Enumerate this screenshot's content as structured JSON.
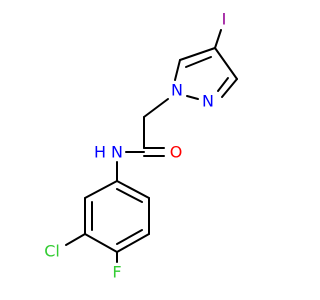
{
  "molecule": {
    "colors": {
      "bond": "#000000",
      "carbon": "#000000",
      "nitrogen": "#0000ff",
      "oxygen": "#ff0000",
      "fluorine": "#33cc33",
      "chlorine": "#33cc33",
      "iodine": "#940094"
    },
    "atoms": {
      "iodine": "I",
      "pyrazole_n1": "N",
      "pyrazole_n2": "N",
      "carbonyl_oxygen": "O",
      "amide_nh": "N",
      "amide_h": "H",
      "chlorine": "Cl",
      "fluorine": "F"
    }
  }
}
